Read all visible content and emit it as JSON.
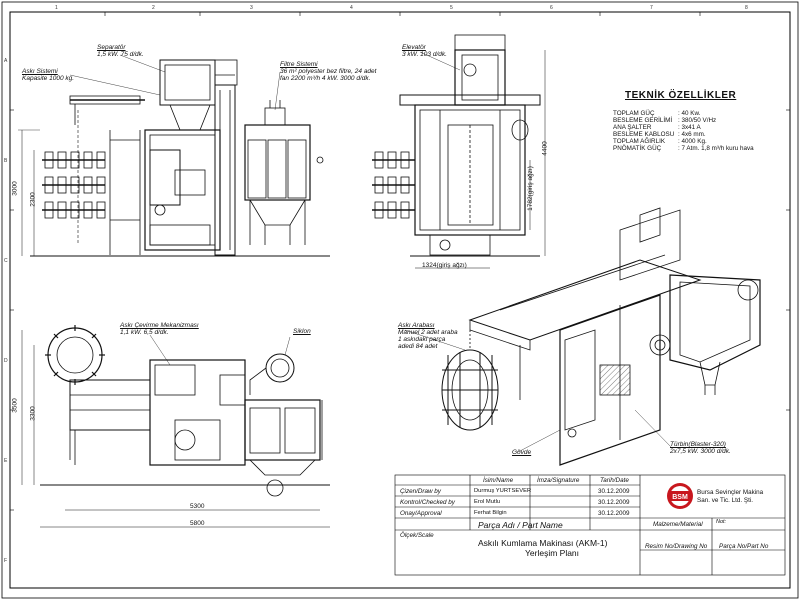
{
  "grid": {
    "top": [
      "1",
      "2",
      "3",
      "4",
      "5",
      "6",
      "7",
      "8"
    ],
    "side": [
      "A",
      "B",
      "C",
      "D",
      "E",
      "F"
    ]
  },
  "labels": {
    "separator": {
      "title": "Separatör",
      "spec": "1,5 kW. 75 d/dk."
    },
    "hanger_system": {
      "title": "Askı Sistemi",
      "spec": "Kapasite 1000 kg."
    },
    "filter_system": {
      "title": "Filtre Sistemi",
      "spec1": "36 m²  polyester bez filtre, 24 adet",
      "spec2": "fan 2200 m³/h 4 kW. 3000 d/dk."
    },
    "elevator": {
      "title": "Elevatör",
      "spec": "3 kW. 103 d/dk."
    },
    "rotation": {
      "title": "Askı Çevirme Mekanizması",
      "spec": "1,1 kW. 6,5 d/dk."
    },
    "cyclone": {
      "title": "Siklon"
    },
    "trolley": {
      "title": "Askı Arabası",
      "spec1": "Manuel 2 adet araba",
      "spec2": "1 askıdaki parça",
      "spec3": "adedi 84 adet"
    },
    "body": {
      "title": "Gövde"
    },
    "turbine": {
      "title": "Türbin(Blaster-320)",
      "spec": "2x7,5 kW. 3000 d/dk."
    }
  },
  "dimensions": {
    "front_h1": "3000",
    "front_h2": "2300",
    "side_h": "4400",
    "entry_h": "1782(giriş ağzı)",
    "entry_w": "1324(giriş ağzı)",
    "plan_h1": "3500",
    "plan_h2": "3300",
    "plan_w1": "5300",
    "plan_w2": "5800"
  },
  "specs": {
    "title": "TEKNİK ÖZELLİKLER",
    "rows": [
      {
        "k": "TOPLAM GÜÇ",
        "v": ": 40 Kw."
      },
      {
        "k": "BESLEME GERİLİMİ",
        "v": ": 380/50 V/Hz"
      },
      {
        "k": "ANA ŞALTER",
        "v": ": 3x41 A"
      },
      {
        "k": "BESLEME KABLOSU",
        "v": ": 4x6 mm."
      },
      {
        "k": "TOPLAM AĞIRLIK",
        "v": ": 4000 Kg."
      },
      {
        "k": "PNÖMATİK GÜÇ",
        "v": ": 7 Atm. 1,8 m³/h kuru hava"
      }
    ]
  },
  "title_block": {
    "hdr_name": "İsim/Name",
    "hdr_sign": "İmza/Signature",
    "hdr_date": "Tarih/Date",
    "rows": [
      {
        "role": "Çizen/Draw by",
        "name": "Durmuş YURTSEVER",
        "date": "30.12.2009"
      },
      {
        "role": "Kontrol/Checked by",
        "name": "Erol Mutlu",
        "date": "30.12.2009"
      },
      {
        "role": "Onay/Approval",
        "name": "Ferhat Bilgin",
        "date": "30.12.2009"
      }
    ],
    "part_name": "Parça Adı / Part Name",
    "scale": "Ölçek/Scale",
    "title1": "Askılı Kumlama Makinası (AKM-1)",
    "title2": "Yerleşim Planı",
    "logo": "BSM",
    "company1": "Bursa Sevinçler Makina",
    "company2": "San. ve Tic. Ltd. Şti.",
    "material": "Malzeme/Material",
    "note": "Not:",
    "drawing_no": "Resim No/Drawing No",
    "part_no": "Parça No/Part No"
  }
}
